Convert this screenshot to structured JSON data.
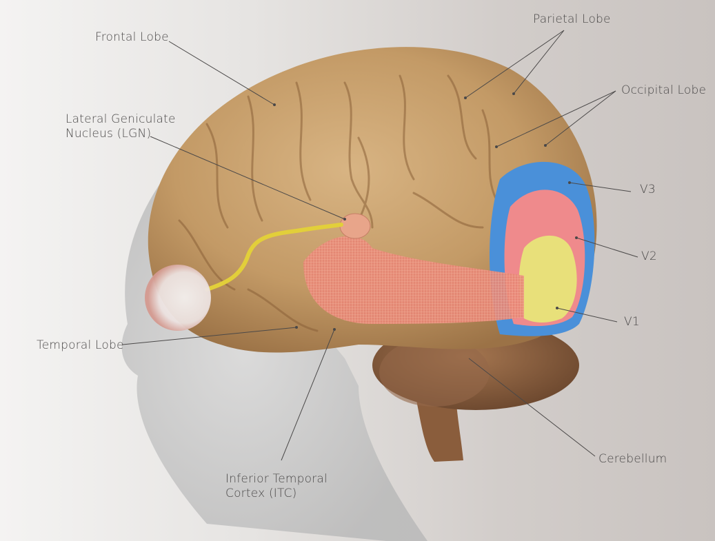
{
  "figure": {
    "title": "Lateral view of the human brain showing visual pathway",
    "colors": {
      "brain": "#c9a06c",
      "v1": "#e8e07a",
      "v2": "#ef8a8c",
      "v3": "#4a90d9",
      "optic_nerve": "#e2cf3a",
      "optic_radiation": "#e48a7a",
      "cerebellum": "#8a5e3e",
      "label_text": "#4a4848",
      "leader_line": "#4a4848"
    }
  },
  "labels": {
    "frontal_lobe": "Frontal Lobe",
    "lgn_line1": "Lateral Geniculate",
    "lgn_line2": "Nucleus (LGN)",
    "temporal_lobe": "Temporal Lobe",
    "itc_line1": "Inferior Temporal",
    "itc_line2": "Cortex (ITC)",
    "parietal_lobe": "Parietal Lobe",
    "occipital_lobe": "Occipital Lobe",
    "v3": "V3",
    "v2": "V2",
    "v1": "V1",
    "cerebellum": "Cerebellum"
  }
}
